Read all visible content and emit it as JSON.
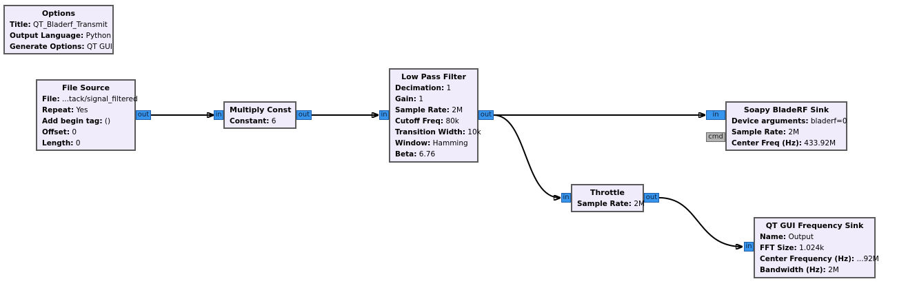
{
  "options": {
    "title": "Options",
    "rows": [
      {
        "k": "Title:",
        "v": "QT_Bladerf_Transmit"
      },
      {
        "k": "Output Language:",
        "v": "Python"
      },
      {
        "k": "Generate Options:",
        "v": "QT GUI"
      }
    ]
  },
  "file_source": {
    "title": "File Source",
    "rows": [
      {
        "k": "File:",
        "v": "...tack/signal_filtered"
      },
      {
        "k": "Repeat:",
        "v": "Yes"
      },
      {
        "k": "Add begin tag:",
        "v": "()"
      },
      {
        "k": "Offset:",
        "v": "0"
      },
      {
        "k": "Length:",
        "v": "0"
      }
    ],
    "out": "out"
  },
  "multiply_const": {
    "title": "Multiply Const",
    "rows": [
      {
        "k": "Constant:",
        "v": "6"
      }
    ],
    "in": "in",
    "out": "out"
  },
  "low_pass_filter": {
    "title": "Low Pass Filter",
    "rows": [
      {
        "k": "Decimation:",
        "v": "1"
      },
      {
        "k": "Gain:",
        "v": "1"
      },
      {
        "k": "Sample Rate:",
        "v": "2M"
      },
      {
        "k": "Cutoff Freq:",
        "v": "80k"
      },
      {
        "k": "Transition Width:",
        "v": "10k"
      },
      {
        "k": "Window:",
        "v": "Hamming"
      },
      {
        "k": "Beta:",
        "v": "6.76"
      }
    ],
    "in": "in",
    "out": "out"
  },
  "soapy_sink": {
    "title": "Soapy BladeRF Sink",
    "rows": [
      {
        "k": "Device arguments:",
        "v": "bladerf=0"
      },
      {
        "k": "Sample Rate:",
        "v": "2M"
      },
      {
        "k": "Center Freq (Hz):",
        "v": "433.92M"
      }
    ],
    "in": "in",
    "cmd": "cmd"
  },
  "throttle": {
    "title": "Throttle",
    "rows": [
      {
        "k": "Sample Rate:",
        "v": "2M"
      }
    ],
    "in": "in",
    "out": "out"
  },
  "freq_sink": {
    "title": "QT GUI Frequency Sink",
    "rows": [
      {
        "k": "Name:",
        "v": "Output"
      },
      {
        "k": "FFT Size:",
        "v": "1.024k"
      },
      {
        "k": "Center Frequency (Hz):",
        "v": "...92M"
      },
      {
        "k": "Bandwidth (Hz):",
        "v": "2M"
      }
    ],
    "in": "in"
  }
}
